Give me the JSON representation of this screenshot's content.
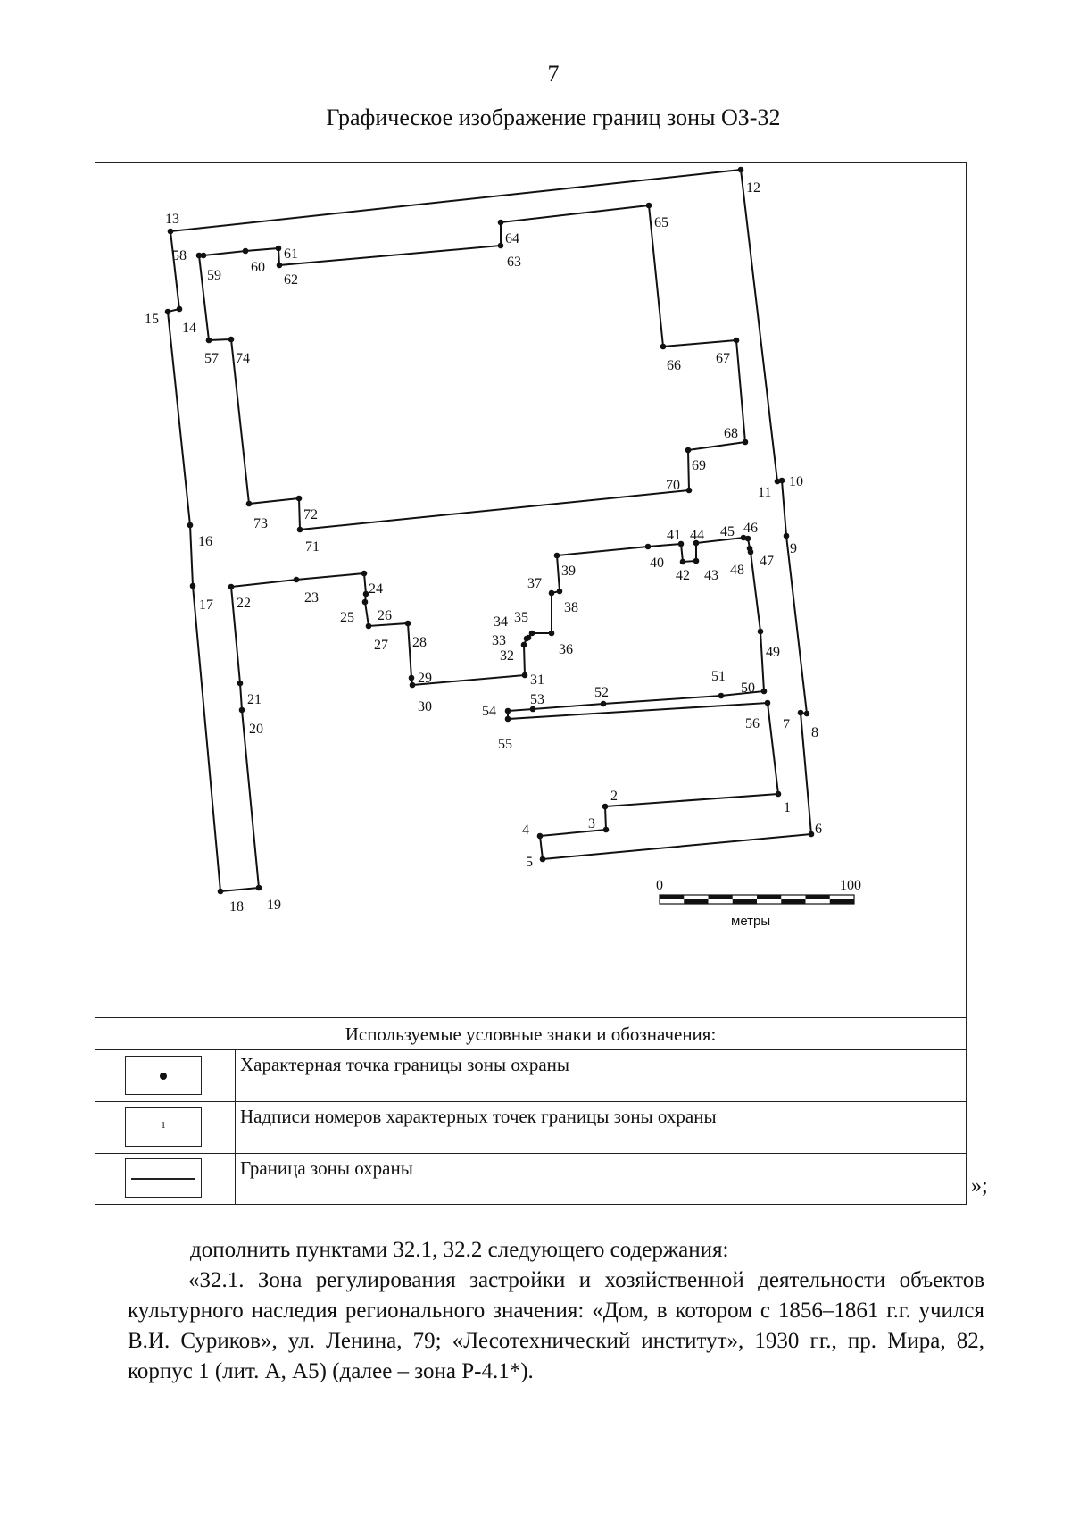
{
  "header": {
    "page_number": "7",
    "title": "Графическое изображение границ зоны ОЗ-32"
  },
  "map": {
    "scale_bar": {
      "start_label": "0",
      "end_label": "100",
      "unit_label": "метры"
    },
    "point_labels": [
      "1",
      "2",
      "3",
      "4",
      "5",
      "6",
      "7",
      "8",
      "9",
      "10",
      "11",
      "12",
      "13",
      "14",
      "15",
      "16",
      "17",
      "18",
      "19",
      "20",
      "21",
      "22",
      "23",
      "24",
      "25",
      "26",
      "27",
      "28",
      "29",
      "30",
      "31",
      "32",
      "33",
      "34",
      "35",
      "36",
      "37",
      "38",
      "39",
      "40",
      "41",
      "42",
      "43",
      "44",
      "45",
      "46",
      "47",
      "48",
      "49",
      "50",
      "51",
      "52",
      "53",
      "54",
      "55",
      "56",
      "57",
      "58",
      "59",
      "60",
      "61",
      "62",
      "63",
      "64",
      "65",
      "66",
      "67",
      "68",
      "69",
      "70",
      "71",
      "72",
      "73",
      "74"
    ],
    "line_color": "#111111"
  },
  "legend": {
    "heading": "Используемые условные знаки и обозначения:",
    "number_sample": "1",
    "items": [
      {
        "symbol": "point-icon",
        "text": "Характерная точка границы зоны охраны"
      },
      {
        "symbol": "number-icon",
        "text": "Надписи номеров характерных точек границы зоны охраны"
      },
      {
        "symbol": "line-icon",
        "text": "Граница зоны охраны"
      }
    ]
  },
  "closing_quote": "»;",
  "body": {
    "line1": "дополнить пунктами 32.1, 32.2 следующего содержания:",
    "paragraph": "«32.1. Зона регулирования застройки и хозяйственной деятельности объектов культурного наследия регионального значения: «Дом, в котором с 1856–1861 г.г. учился В.И. Суриков», ул. Ленина, 79; «Лесотехнический институт», 1930 гг., пр. Мира, 82, корпус 1 (лит. А, А5) (далее – зона Р-4.1*)."
  }
}
